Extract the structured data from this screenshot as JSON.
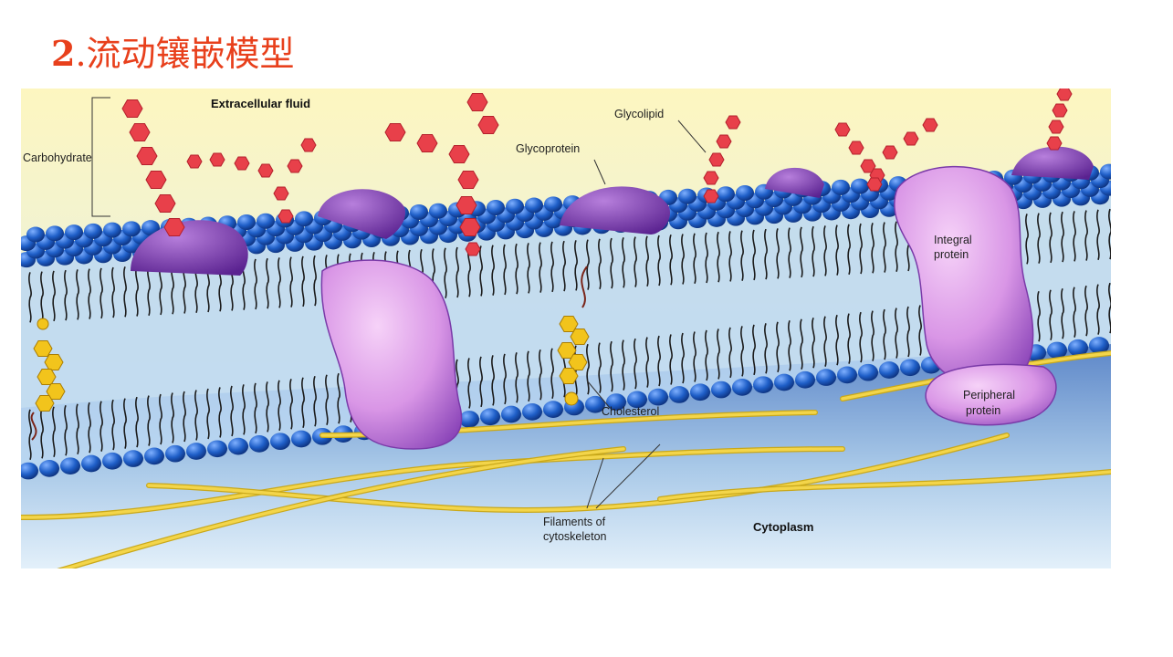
{
  "slide": {
    "title_number": "2",
    "title_sep": ".",
    "title_text": "流动镶嵌模型"
  },
  "diagram": {
    "labels": {
      "extracellular": "Extracellular fluid",
      "carbohydrate": "Carbohydrate",
      "glycolipid": "Glycolipid",
      "glycoprotein": "Glycoprotein",
      "integral_1": "Integral",
      "integral_2": "protein",
      "peripheral_1": "Peripheral",
      "peripheral_2": "protein",
      "cholesterol": "Cholesterol",
      "filaments_1": "Filaments of",
      "filaments_2": "cytoskeleton",
      "cytoplasm": "Cytoplasm"
    },
    "colors": {
      "extracellular_top": "#fdf6c0",
      "extracellular_bottom": "#d9ecf7",
      "cytoplasm": "#5c86c8",
      "phospholipid_head": "#1f5fc8",
      "carbohydrate": "#e8404a",
      "protein": "#8a44b8",
      "protein_light": "#e2a8ec",
      "cholesterol": "#f2c41c",
      "filament": "#f3d54a"
    }
  }
}
